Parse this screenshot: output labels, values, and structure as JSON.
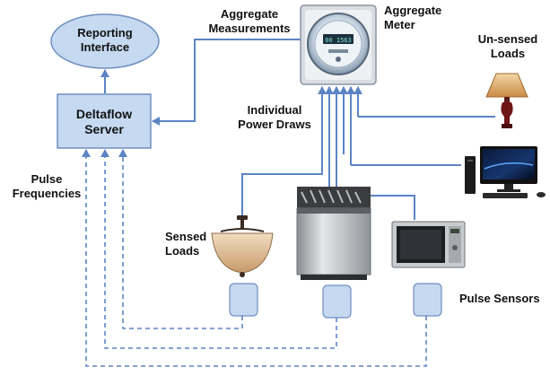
{
  "nodes": {
    "reporting_interface": "Reporting\nInterface",
    "deltaflow_server": "Deltaflow\nServer"
  },
  "labels": {
    "aggregate_measurements": "Aggregate\nMeasurements",
    "aggregate_meter": "Aggregate\nMeter",
    "unsensed_loads": "Un-sensed\nLoads",
    "individual_power_draws": "Individual\nPower Draws",
    "pulse_frequencies": "Pulse\nFrequencies",
    "sensed_loads": "Sensed\nLoads",
    "pulse_sensors": "Pulse Sensors"
  },
  "meter_display": "00 1563",
  "colors": {
    "node_fill": "#c5d9f1",
    "node_stroke": "#6f8fbf",
    "arrow": "#5b84c4",
    "sensor_fill": "#c6d9f1"
  },
  "icons": [
    "electric-meter-icon",
    "table-lamp-icon",
    "desktop-computer-icon",
    "ceiling-lamp-icon",
    "dishwasher-icon",
    "microwave-icon"
  ]
}
